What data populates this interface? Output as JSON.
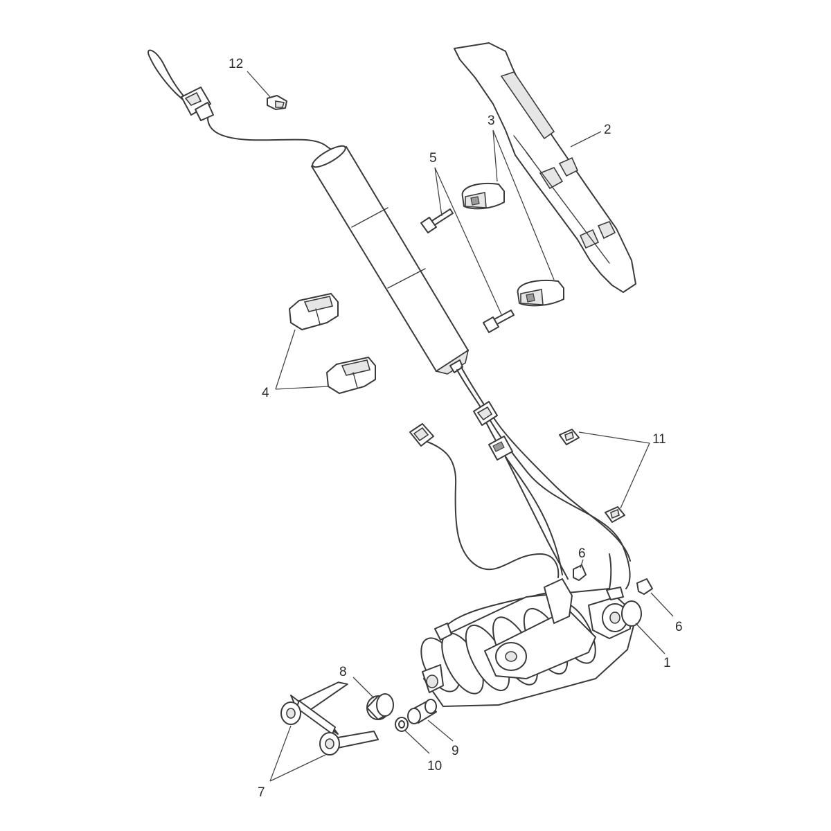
{
  "callouts": [
    {
      "id": "c1",
      "label": "1"
    },
    {
      "id": "c2",
      "label": "2"
    },
    {
      "id": "c3",
      "label": "3"
    },
    {
      "id": "c4",
      "label": "4"
    },
    {
      "id": "c5",
      "label": "5"
    },
    {
      "id": "c6a",
      "label": "6"
    },
    {
      "id": "c6b",
      "label": "6"
    },
    {
      "id": "c7",
      "label": "7"
    },
    {
      "id": "c8",
      "label": "8"
    },
    {
      "id": "c9",
      "label": "9"
    },
    {
      "id": "c10",
      "label": "10"
    },
    {
      "id": "c11",
      "label": "11"
    },
    {
      "id": "c12",
      "label": "12"
    }
  ]
}
